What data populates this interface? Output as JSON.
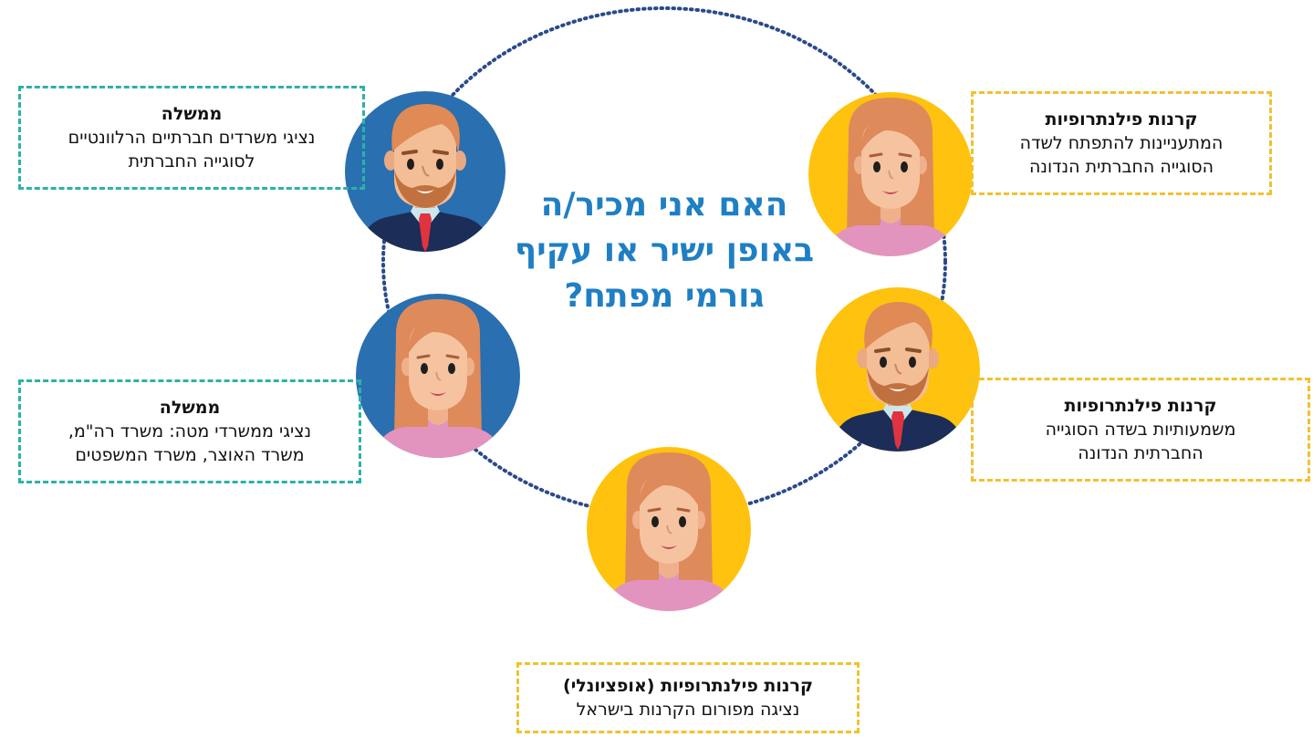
{
  "center_question": {
    "line1": "האם אני מכיר/ה",
    "line2": "באופן ישיר או עקיף",
    "line3": "גורמי מפתח?"
  },
  "colors": {
    "question_blue": "#1f7fc4",
    "gov_circle": "#2a6fb0",
    "fund_circle": "#ffc20e",
    "gov_border": "#2ab3a6",
    "fund_border": "#f2c12e",
    "ring_dots": "#2a4a8a"
  },
  "boxes": {
    "gov_top": {
      "title": "ממשלה",
      "line1": "נציגי משרדים חברתיים הרלוונטיים",
      "line2": "לסוגייה החברתית"
    },
    "gov_bottom": {
      "title": "ממשלה",
      "line1": "נציגי ממשרדי מטה:  משרד רה\"מ,",
      "line2": "משרד האוצר, משרד המשפטים"
    },
    "fund_top": {
      "title": "קרנות פילנתרופיות",
      "line1": "המתעניינות להתפתח לשדה",
      "line2": "הסוגייה החברתית הנדונה"
    },
    "fund_mid": {
      "title": "קרנות פילנתרופיות",
      "line1": "משמעותיות בשדה הסוגייה",
      "line2": "החברתית הנדונה"
    },
    "fund_bottom": {
      "title": "קרנות פילנתרופיות (אופציונלי)",
      "line1": "נציגה מפורום הקרנות בישראל"
    }
  },
  "avatars": [
    {
      "name": "avatar-gov-man",
      "icon": "man-avatar-icon",
      "bg": "blue"
    },
    {
      "name": "avatar-gov-woman",
      "icon": "woman-avatar-icon",
      "bg": "blue"
    },
    {
      "name": "avatar-fund-woman-top",
      "icon": "woman-avatar-icon",
      "bg": "yellow"
    },
    {
      "name": "avatar-fund-man",
      "icon": "man-avatar-icon",
      "bg": "yellow"
    },
    {
      "name": "avatar-fund-woman-bottom",
      "icon": "woman-avatar-icon",
      "bg": "yellow"
    }
  ]
}
